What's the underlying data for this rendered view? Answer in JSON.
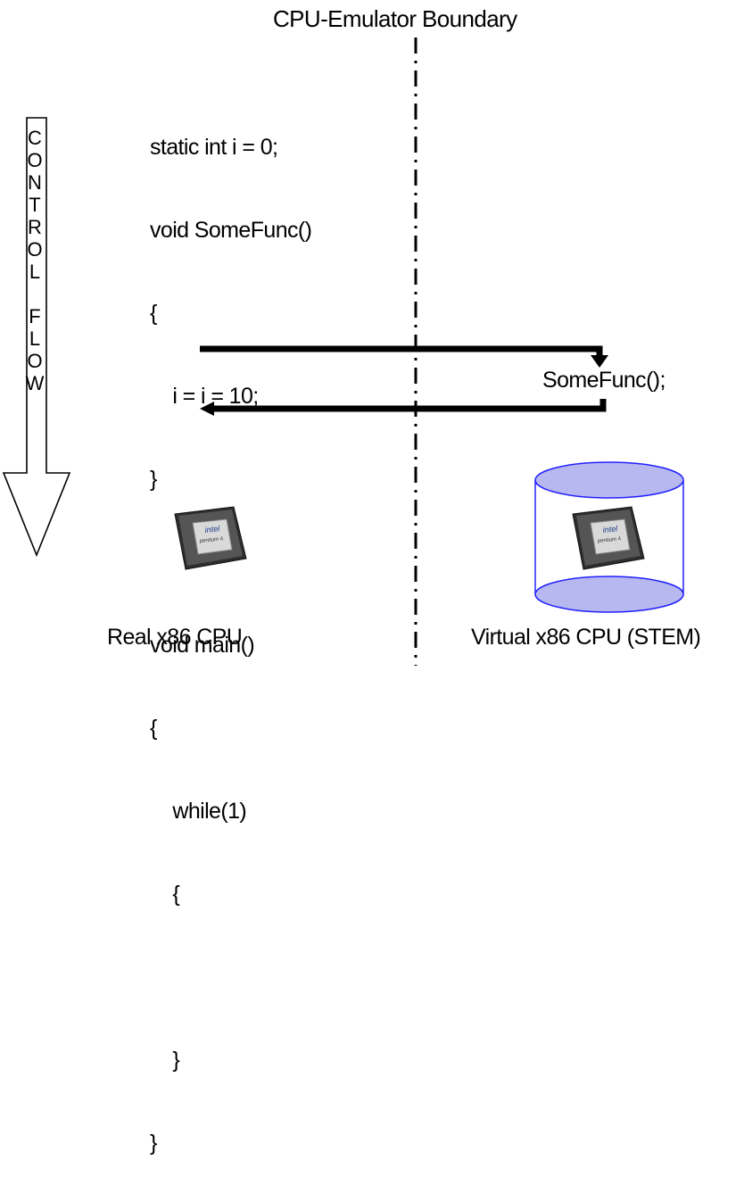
{
  "title": "CPU-Emulator Boundary",
  "code_lines": [
    "static int i = 0;",
    "void SomeFunc()",
    "{",
    "    i = i = 10;",
    "}",
    "",
    "void main()",
    "{",
    "    while(1)",
    "    {",
    "",
    "    }",
    "}"
  ],
  "emulated_call": "SomeFunc();",
  "control_flow_letters": [
    "C",
    "O",
    "N",
    "T",
    "R",
    "O",
    "L",
    "",
    "F",
    "L",
    "O",
    "W"
  ],
  "real_cpu_label": "Real x86 CPU",
  "virtual_cpu_label": "Virtual x86 CPU (STEM)",
  "chip_logo_brand": "intel",
  "chip_logo_model": "pentium 4",
  "colors": {
    "stem_cylinder_fill": "#b8b8f0",
    "stem_cylinder_edge": "#2020ff",
    "chip_body": "#3a3a3a"
  }
}
